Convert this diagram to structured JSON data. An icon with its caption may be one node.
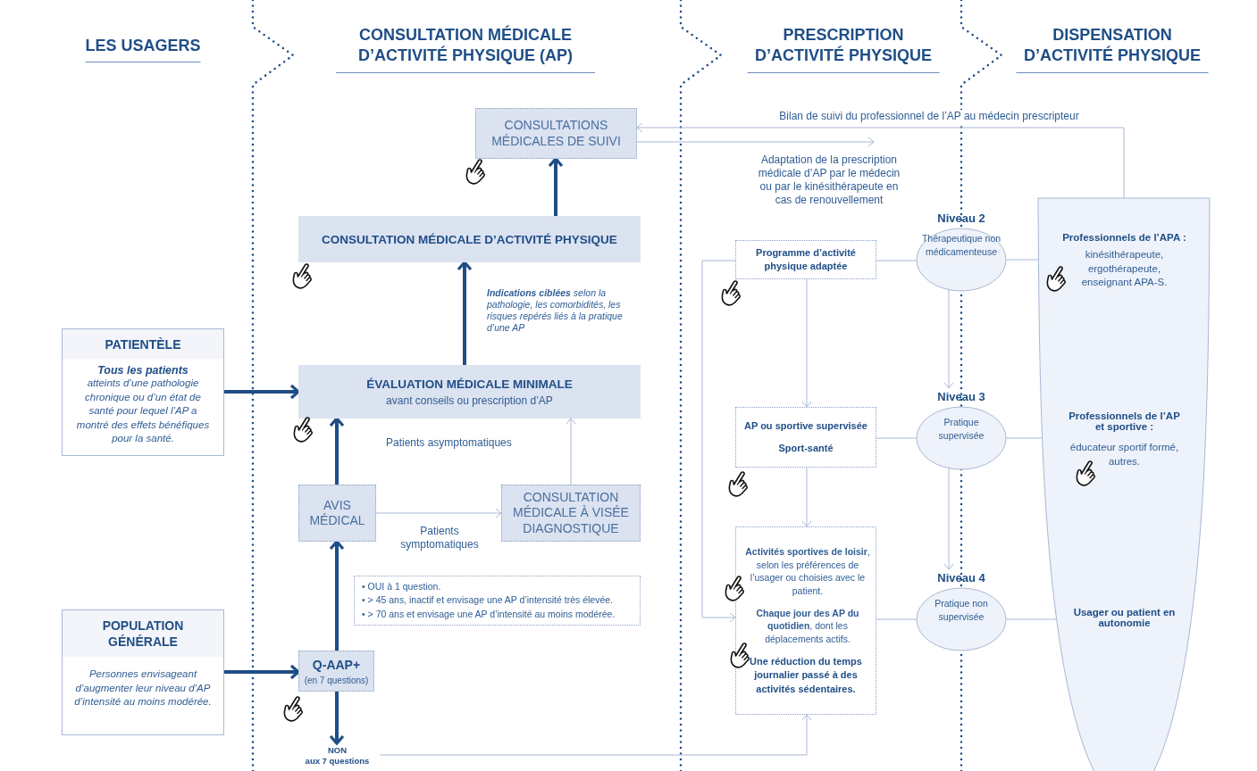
{
  "diagram": {
    "nodes": [
      {
        "text": [
          "PATIENTÈLE",
          "Tous les patients",
          "atteints d’une pathologie chronique ou d’un état de santé pour lequel l’AP a montré des effets bénéfiques pour la santé."
        ]
      },
      {
        "text": [
          "POPULATION GÉNÉRALE",
          "Personnes envisageant d’augmenter leur niveau d’AP d’intensité au moins modérée."
        ]
      },
      {
        "text": [
          "CONSULTATIONS MÉDICALES DE SUIVI"
        ]
      },
      {
        "text": [
          "CONSULTATION MÉDICALE D’ACTIVITÉ PHYSIQUE"
        ]
      },
      {
        "text": [
          "ÉVALUATION MÉDICALE MINIMALE",
          "avant conseils ou prescription d’AP"
        ]
      },
      {
        "text": [
          "AVIS MÉDICAL"
        ]
      },
      {
        "text": [
          "CONSULTATION MÉDICALE À VISÉE DIAGNOSTIQUE"
        ]
      },
      {
        "text": [
          "Q-AAP+",
          "(en 7 questions)"
        ]
      },
      {
        "text": [
          "• OUI à 1 question.",
          "• > 45 ans, inactif et envisage une AP d’intensité très élevée.",
          "• > 70 ans et envisage une AP d’intensité au moins modérée."
        ]
      },
      {
        "text": [
          "NON",
          "aux 7 questions"
        ]
      },
      {
        "text": [
          "Programme d’activité physique adaptée"
        ]
      },
      {
        "text": [
          "AP ou sportive supervisée",
          "Sport-santé"
        ]
      },
      {
        "text": [
          "**Activités sportives de loisir**, selon les préférences de l’usager ou choisies avec le patient.",
          "**Chaque jour des AP du quotidien**, dont les déplacements actifs.",
          "Une réduction du temps journalier passé à des activités sédentaires."
        ]
      },
      {
        "text": [
          "Thérapeutique non médicamenteuse"
        ],
        "beside": [
          "Niveau 2"
        ]
      },
      {
        "text": [
          "Pratique supervisée"
        ],
        "beside": [
          "Niveau 3"
        ]
      },
      {
        "text": [
          "Pratique non supervisée"
        ],
        "beside": [
          "Niveau 4"
        ]
      },
      {
        "text": [
          "Professionnels de l’APA :",
          "kinésithérapeute, ergothérapeute, enseignant APA-S.",
          "Professionnels de l’AP et sportive :",
          "éducateur sportif formé, autres.",
          "Usager ou patient en autonomie"
        ]
      }
    ],
    "edges": [
      {
        "from": 0,
        "to": 4,
        "arrow": "to",
        "style": "thick",
        "color": "#1f4e87"
      },
      {
        "from": 1,
        "to": 7,
        "arrow": "to",
        "style": "thick",
        "color": "#1f4e87"
      },
      {
        "from": 7,
        "to": 5,
        "arrow": "to",
        "style": "thick",
        "color": "#1f4e87"
      },
      {
        "from": 5,
        "to": 4,
        "arrow": "to",
        "label": "Patients asymptomatiques",
        "style": "thick",
        "color": "#1f4e87"
      },
      {
        "from": 5,
        "to": 6,
        "arrow": "to",
        "label": "Patients symptomatiques"
      },
      {
        "from": 6,
        "to": 4,
        "arrow": "to"
      },
      {
        "from": 4,
        "to": 3,
        "arrow": "to",
        "label": "**Indications ciblées** selon la pathologie, les comorbidités, les risques repérés liés à la pratique d’une AP",
        "style": "thick",
        "color": "#1f4e87"
      },
      {
        "from": 3,
        "to": 2,
        "arrow": "to",
        "style": "thick",
        "color": "#1f4e87"
      },
      {
        "from": 7,
        "to": 9,
        "arrow": "to",
        "style": "thick",
        "color": "#1f4e87"
      },
      {
        "from": 9,
        "to": 12,
        "arrow": "to"
      },
      {
        "from": 16,
        "to": 2,
        "arrow": "to",
        "label": "Bilan de suivi du professionnel de l’AP au médecin prescripteur"
      },
      {
        "from": 2,
        "to": null,
        "arrow": "to",
        "label": "Adaptation de la prescription médicale d’AP par le médecin ou par le kinésithérapeute en cas de renouvellement"
      },
      {
        "from": 10,
        "to": 11,
        "arrow": "to"
      },
      {
        "from": 11,
        "to": 12,
        "arrow": "to"
      },
      {
        "from": 10,
        "to": 12,
        "arrow": "to"
      },
      {
        "from": 10,
        "to": 13,
        "arrow": "none"
      },
      {
        "from": 11,
        "to": 14,
        "arrow": "none"
      },
      {
        "from": 12,
        "to": 15,
        "arrow": "none"
      },
      {
        "from": 13,
        "to": 16,
        "arrow": "none"
      },
      {
        "from": 14,
        "to": 16,
        "arrow": "none"
      },
      {
        "from": 15,
        "to": 16,
        "arrow": "none"
      },
      {
        "from": 13,
        "to": 14,
        "arrow": "to"
      },
      {
        "from": 14,
        "to": 15,
        "arrow": "to"
      }
    ],
    "labels": [
      "LES USAGERS",
      "CONSULTATION MÉDICALE D’ACTIVITÉ PHYSIQUE (AP)",
      "PRESCRIPTION D’ACTIVITÉ PHYSIQUE",
      "DISPENSATION D’ACTIVITÉ PHYSIQUE"
    ]
  }
}
